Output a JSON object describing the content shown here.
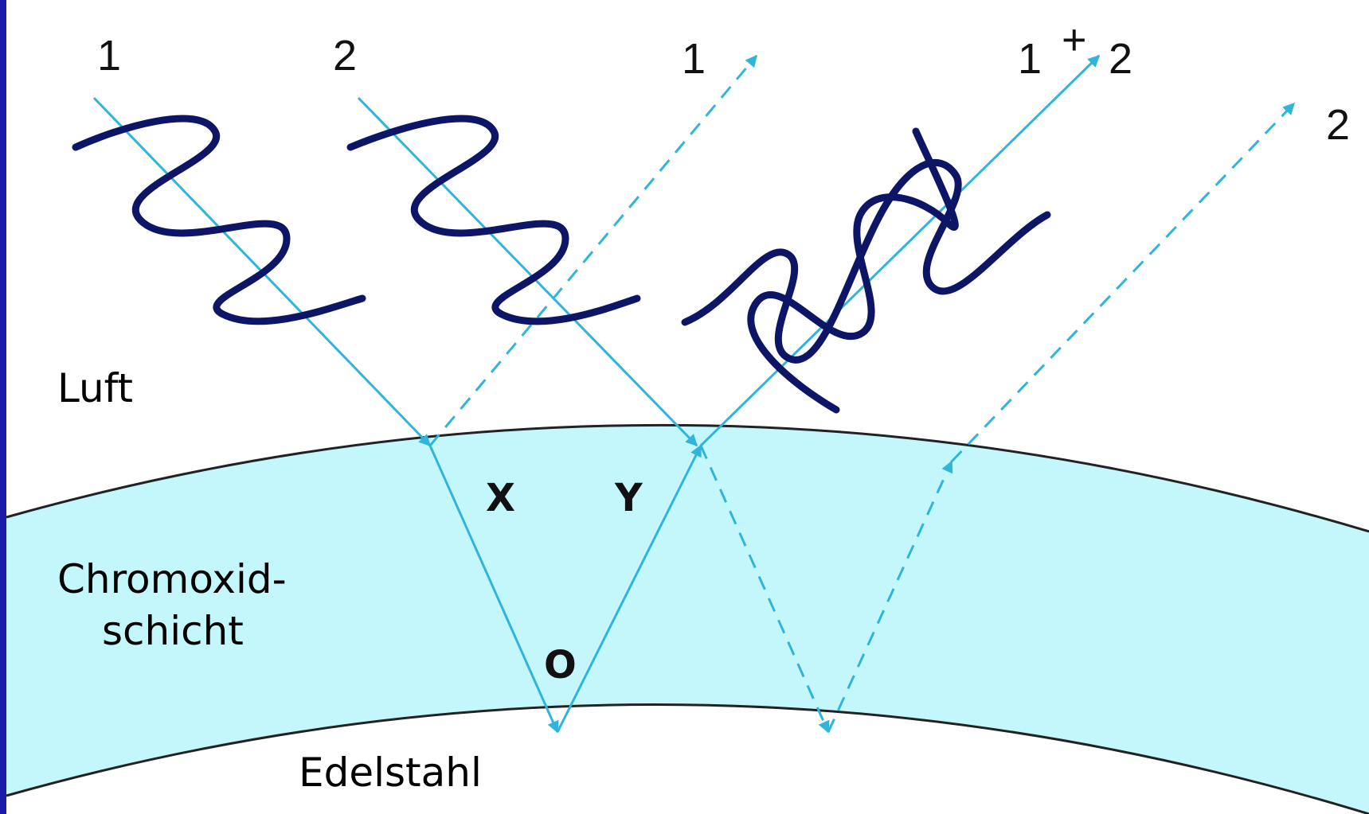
{
  "colors": {
    "frame": "#1a1aa8",
    "layer": "#c4f7fb",
    "ray": "#2fb5dc",
    "wave": "#0d1566",
    "boundary": "#222222"
  },
  "media": {
    "air": "Luft",
    "oxide_line1": "Chromoxid-",
    "oxide_line2": "schicht",
    "steel": "Edelstahl"
  },
  "points": {
    "x": "X",
    "y": "Y",
    "o": "O"
  },
  "rays": {
    "incident_1": "1",
    "incident_2": "2",
    "reflected_1": "1",
    "combined_1": "1",
    "combined_plus": "+",
    "combined_2": "2",
    "reflected_2": "2"
  }
}
